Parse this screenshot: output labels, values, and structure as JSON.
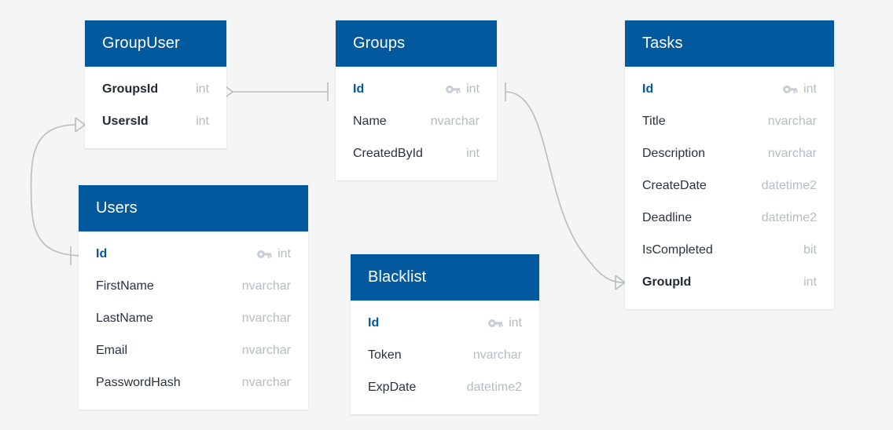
{
  "diagram": {
    "title_kind": "entity-relationship-diagram",
    "background_color": "#f4f6f6",
    "header_color": "#03599e",
    "pk_color": "#03599e",
    "type_color": "#b5bcc2",
    "connector_color": "#b7bdbd"
  },
  "tables": [
    {
      "id": "groupuser",
      "name": "GroupUser",
      "fields": [
        {
          "name": "GroupsId",
          "type": "int",
          "key": false,
          "bold": true
        },
        {
          "name": "UsersId",
          "type": "int",
          "key": false,
          "bold": true
        }
      ]
    },
    {
      "id": "groups",
      "name": "Groups",
      "fields": [
        {
          "name": "Id",
          "type": "int",
          "key": true,
          "bold": true
        },
        {
          "name": "Name",
          "type": "nvarchar",
          "key": false,
          "bold": false
        },
        {
          "name": "CreatedById",
          "type": "int",
          "key": false,
          "bold": false
        }
      ]
    },
    {
      "id": "tasks",
      "name": "Tasks",
      "fields": [
        {
          "name": "Id",
          "type": "int",
          "key": true,
          "bold": true
        },
        {
          "name": "Title",
          "type": "nvarchar",
          "key": false,
          "bold": false
        },
        {
          "name": "Description",
          "type": "nvarchar",
          "key": false,
          "bold": false
        },
        {
          "name": "CreateDate",
          "type": "datetime2",
          "key": false,
          "bold": false
        },
        {
          "name": "Deadline",
          "type": "datetime2",
          "key": false,
          "bold": false
        },
        {
          "name": "IsCompleted",
          "type": "bit",
          "key": false,
          "bold": false
        },
        {
          "name": "GroupId",
          "type": "int",
          "key": false,
          "bold": true
        }
      ]
    },
    {
      "id": "users",
      "name": "Users",
      "fields": [
        {
          "name": "Id",
          "type": "int",
          "key": true,
          "bold": true
        },
        {
          "name": "FirstName",
          "type": "nvarchar",
          "key": false,
          "bold": false
        },
        {
          "name": "LastName",
          "type": "nvarchar",
          "key": false,
          "bold": false
        },
        {
          "name": "Email",
          "type": "nvarchar",
          "key": false,
          "bold": false
        },
        {
          "name": "PasswordHash",
          "type": "nvarchar",
          "key": false,
          "bold": false
        }
      ]
    },
    {
      "id": "blacklist",
      "name": "Blacklist",
      "fields": [
        {
          "name": "Id",
          "type": "int",
          "key": true,
          "bold": true
        },
        {
          "name": "Token",
          "type": "nvarchar",
          "key": false,
          "bold": false
        },
        {
          "name": "ExpDate",
          "type": "datetime2",
          "key": false,
          "bold": false
        }
      ]
    }
  ],
  "relationships": [
    {
      "id": "rel-groupuser-groups",
      "from": "GroupUser.GroupsId",
      "to": "Groups.Id",
      "from_cardinality": "many",
      "to_cardinality": "one"
    },
    {
      "id": "rel-groupuser-users",
      "from": "GroupUser.UsersId",
      "to": "Users.Id",
      "from_cardinality": "many",
      "to_cardinality": "one"
    },
    {
      "id": "rel-tasks-groups",
      "from": "Tasks.GroupId",
      "to": "Groups.Id",
      "from_cardinality": "many",
      "to_cardinality": "one"
    }
  ]
}
